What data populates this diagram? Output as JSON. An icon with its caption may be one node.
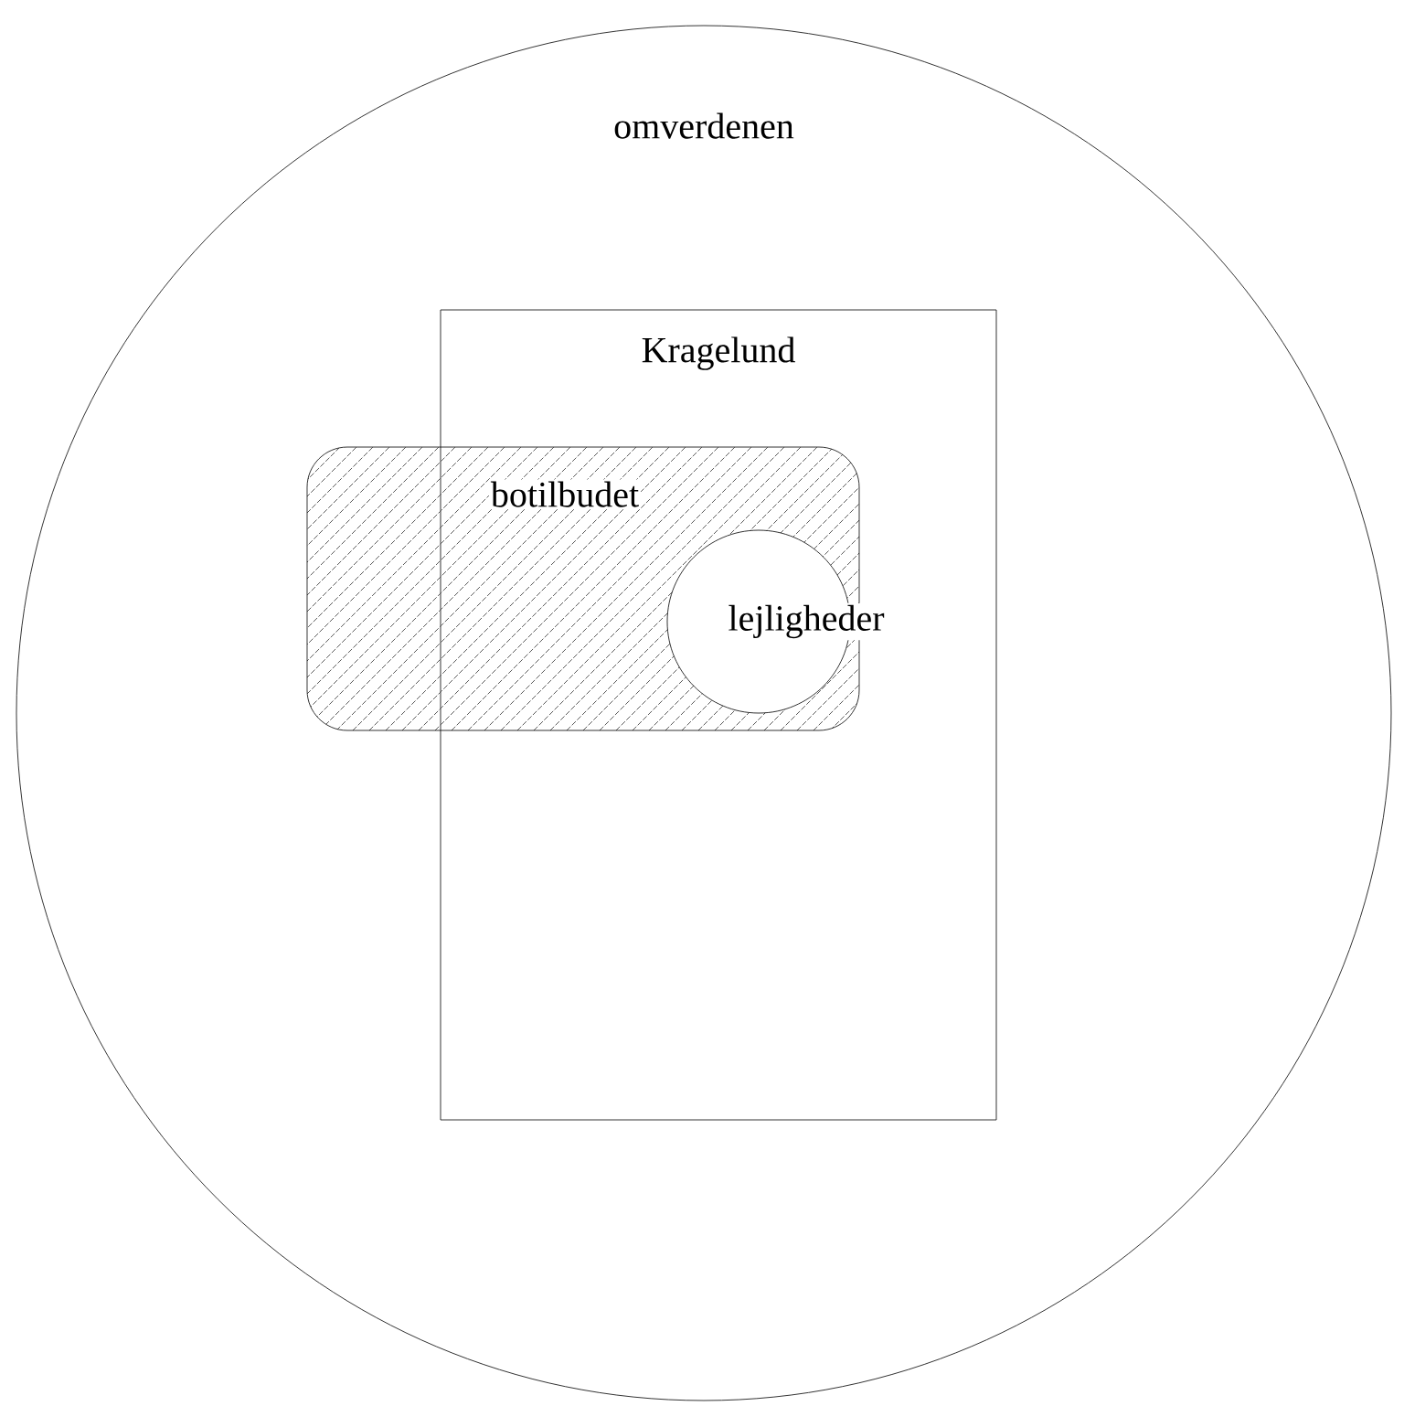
{
  "diagram": {
    "nodes": [
      {
        "text": [
          "omverdenen"
        ]
      },
      {
        "text": [
          "Kragelund"
        ],
        "in": 0
      },
      {
        "text": [
          "botilbudet"
        ],
        "in": 0
      },
      {
        "text": [
          "lejligheder"
        ]
      }
    ]
  }
}
